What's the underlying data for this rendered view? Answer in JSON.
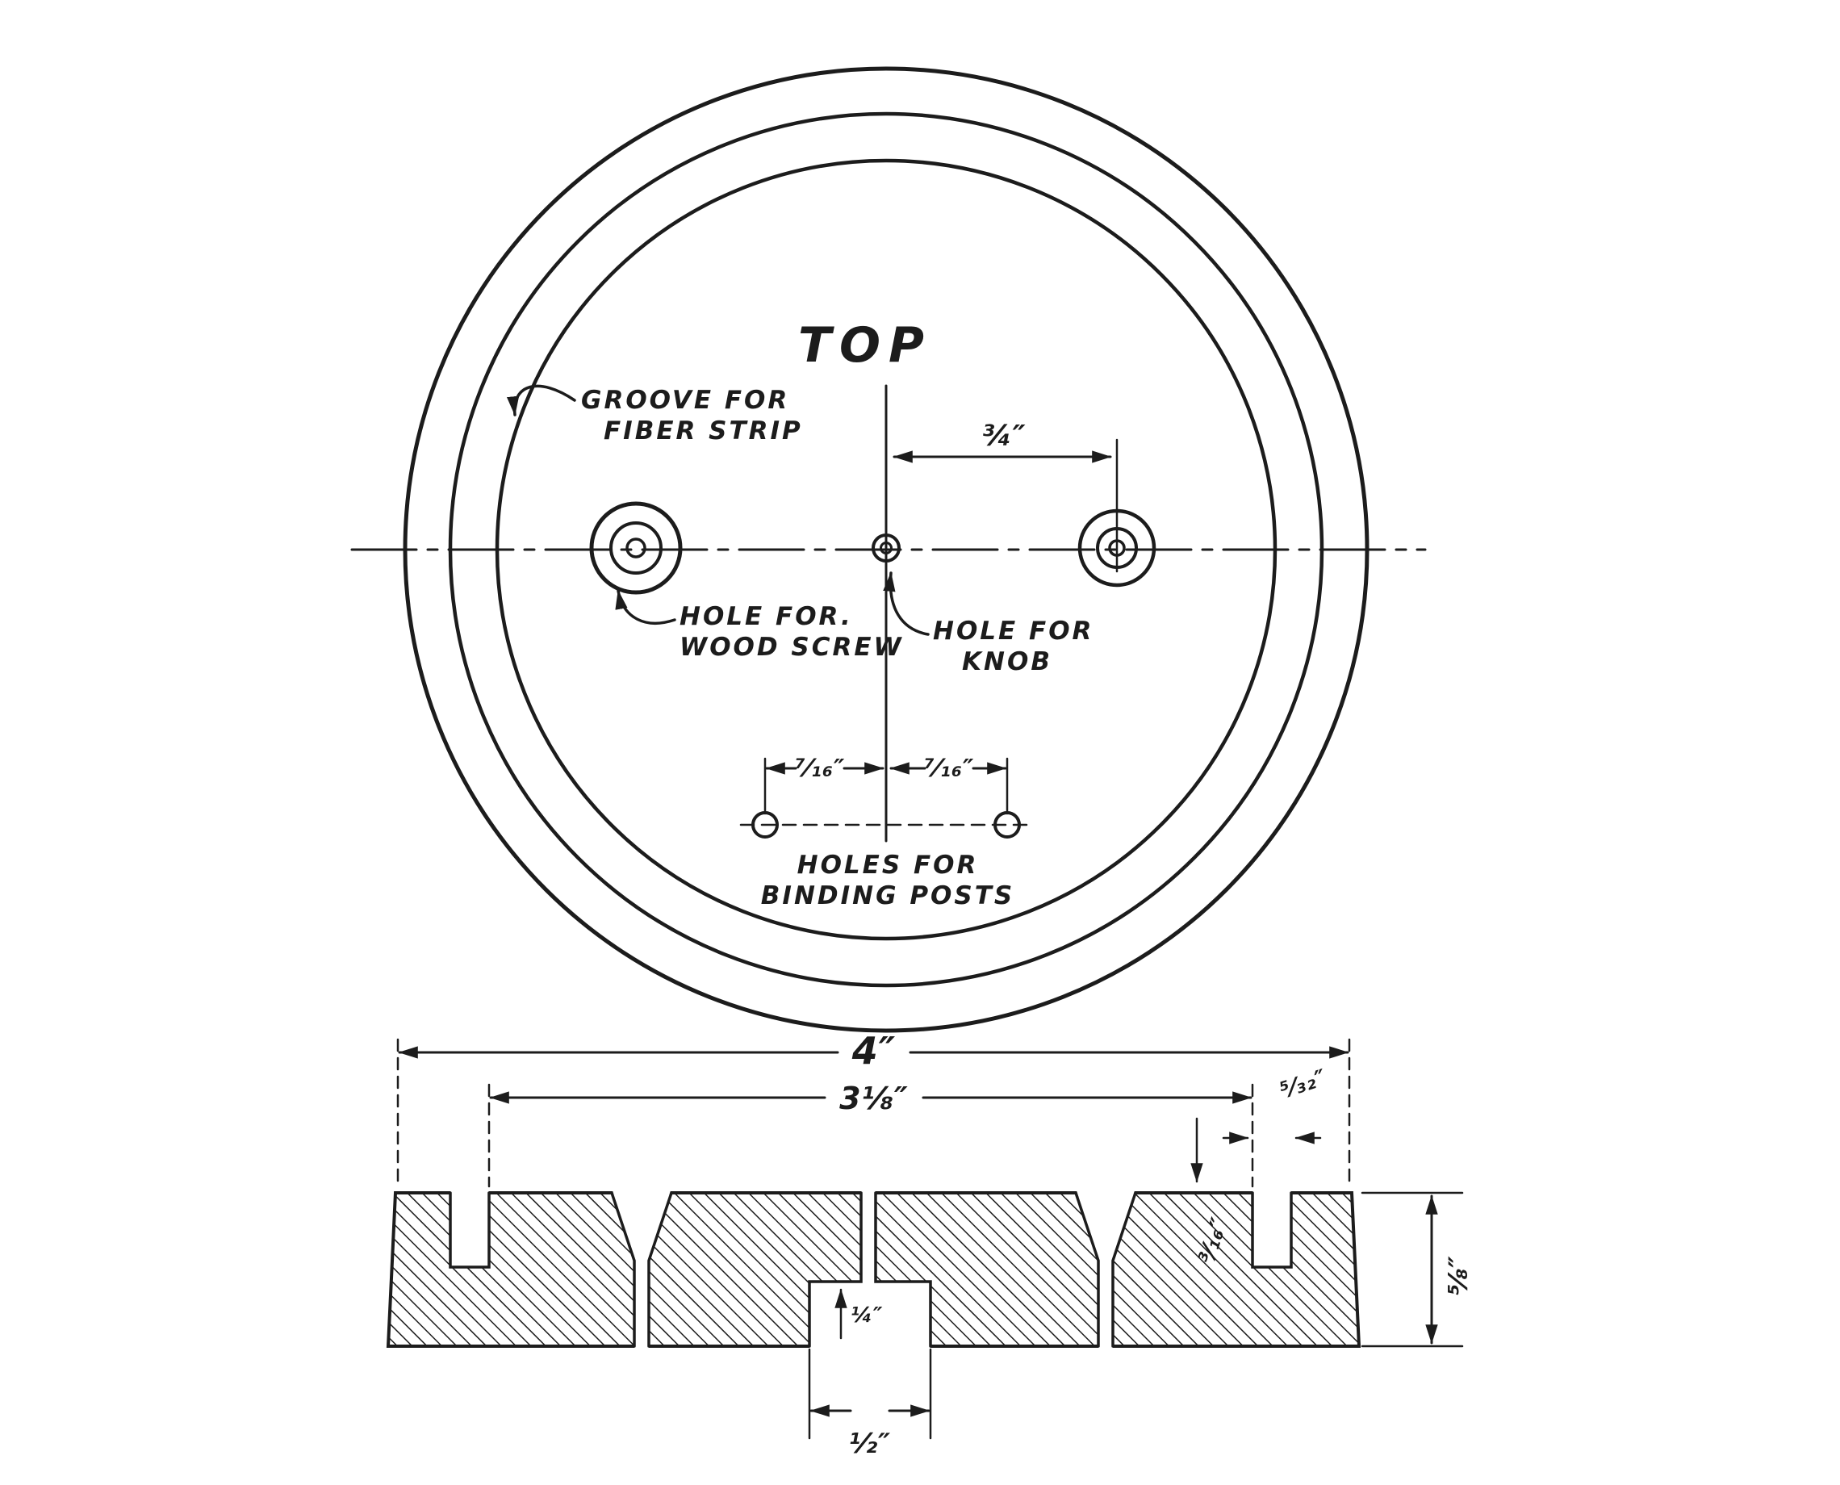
{
  "drawing": {
    "background": "#ffffff",
    "ink_color": "#1c1c1c",
    "top_view": {
      "title": "TOP",
      "groove_label": {
        "line1": "GROOVE FOR",
        "line2": "FIBER STRIP"
      },
      "wood_screw_label": {
        "line1": "HOLE FOR.",
        "line2": "WOOD SCREW"
      },
      "knob_label": {
        "line1": "HOLE FOR",
        "line2": "KNOB"
      },
      "binding_label": {
        "line1": "HOLES FOR",
        "line2": "BINDING POSTS"
      },
      "dim_center_to_screw_hole": "¾″",
      "dim_binding_left": "⁷⁄₁₆″",
      "dim_binding_right": "⁷⁄₁₆″"
    },
    "section_view": {
      "dim_overall_width": "4″",
      "dim_between_grooves": "3⅛″",
      "dim_groove_width": "⁵⁄₃₂″",
      "dim_groove_depth": "³⁄₁₆″",
      "dim_thickness": "⅝″",
      "dim_recess_depth": "¼″",
      "dim_recess_width": "½″"
    }
  }
}
